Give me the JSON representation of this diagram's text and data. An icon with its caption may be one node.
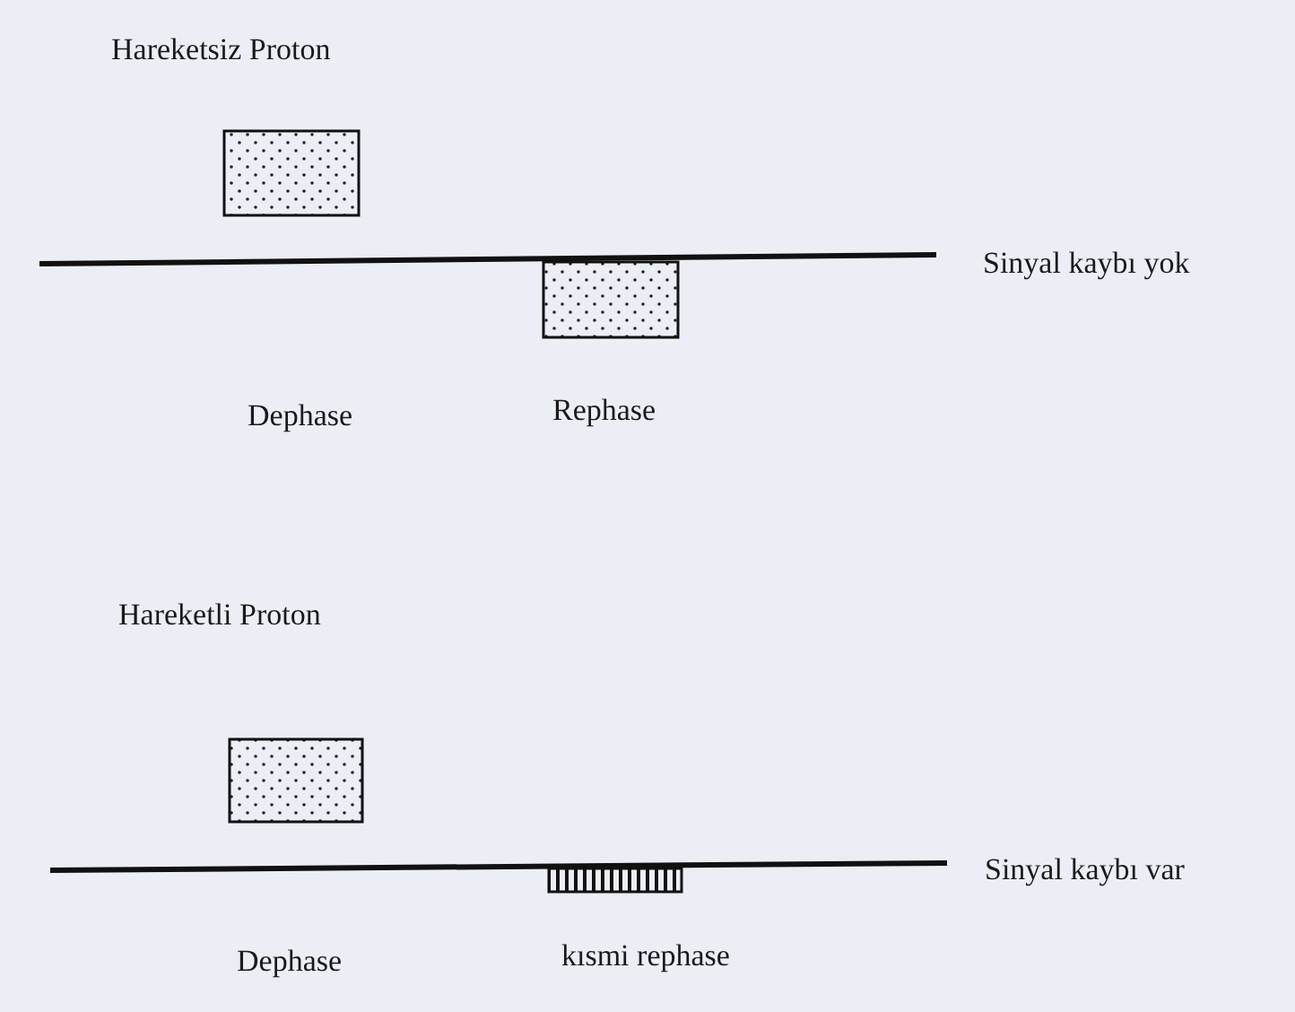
{
  "diagram": {
    "labels": [
      "Hareketsiz Proton",
      "Sinyal kaybı yok",
      "Dephase",
      "Rephase",
      "Hareketli Proton",
      "Sinyal kaybı var",
      "Dephase",
      "kısmi rephase"
    ]
  }
}
